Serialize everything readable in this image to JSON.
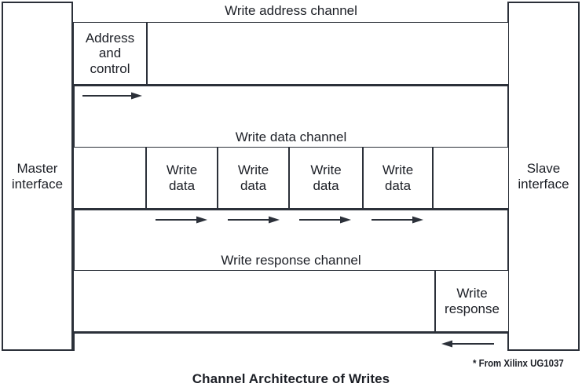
{
  "figure": {
    "caption": "Channel Architecture of Writes",
    "footnote": "* From Xilinx UG1037",
    "line_color": "#2b3039",
    "text_color": "#1c1f26",
    "background": "#ffffff"
  },
  "interfaces": {
    "master": {
      "line1": "Master",
      "line2": "interface"
    },
    "slave": {
      "line1": "Slave",
      "line2": "interface"
    }
  },
  "channels": [
    {
      "id": "write-address-channel",
      "label": "Write address channel",
      "cells": [
        {
          "id": "address-and-control",
          "text": "Address\nand\ncontrol"
        },
        {
          "id": "address-empty-1",
          "text": ""
        }
      ],
      "arrows": [
        {
          "direction": "right"
        }
      ]
    },
    {
      "id": "write-data-channel",
      "label": "Write data channel",
      "cells": [
        {
          "id": "data-empty-left",
          "text": ""
        },
        {
          "id": "write-data-1",
          "text": "Write\ndata"
        },
        {
          "id": "write-data-2",
          "text": "Write\ndata"
        },
        {
          "id": "write-data-3",
          "text": "Write\ndata"
        },
        {
          "id": "write-data-4",
          "text": "Write\ndata"
        },
        {
          "id": "data-empty-right",
          "text": ""
        }
      ],
      "arrows": [
        {
          "direction": "right"
        },
        {
          "direction": "right"
        },
        {
          "direction": "right"
        },
        {
          "direction": "right"
        }
      ]
    },
    {
      "id": "write-response-channel",
      "label": "Write response channel",
      "cells": [
        {
          "id": "response-empty-left",
          "text": ""
        },
        {
          "id": "write-response",
          "text": "Write\nresponse"
        }
      ],
      "arrows": [
        {
          "direction": "left"
        }
      ]
    }
  ],
  "labels": {
    "write_address_channel": "Write address channel",
    "write_data_channel": "Write data channel",
    "write_response_channel": "Write response channel",
    "address_and_control_l1": "Address",
    "address_and_control_l2": "and",
    "address_and_control_l3": "control",
    "write_data_l1": "Write",
    "write_data_l2": "data",
    "write_response_l1": "Write",
    "write_response_l2": "response"
  }
}
